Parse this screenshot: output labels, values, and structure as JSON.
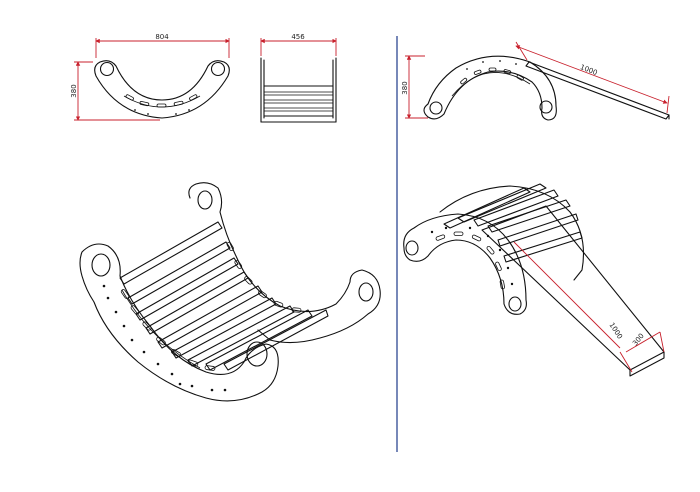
{
  "dimensions": {
    "rocker_width": "804",
    "rocker_height": "380",
    "rocker_depth": "456",
    "arch_height": "380",
    "ramp_length_top": "1000",
    "ramp_length_iso": "1000",
    "ramp_width_iso": "300"
  },
  "colors": {
    "dimension_line": "#c8202c",
    "divider_line": "#1d3a8a",
    "drawing_line": "#111111"
  }
}
